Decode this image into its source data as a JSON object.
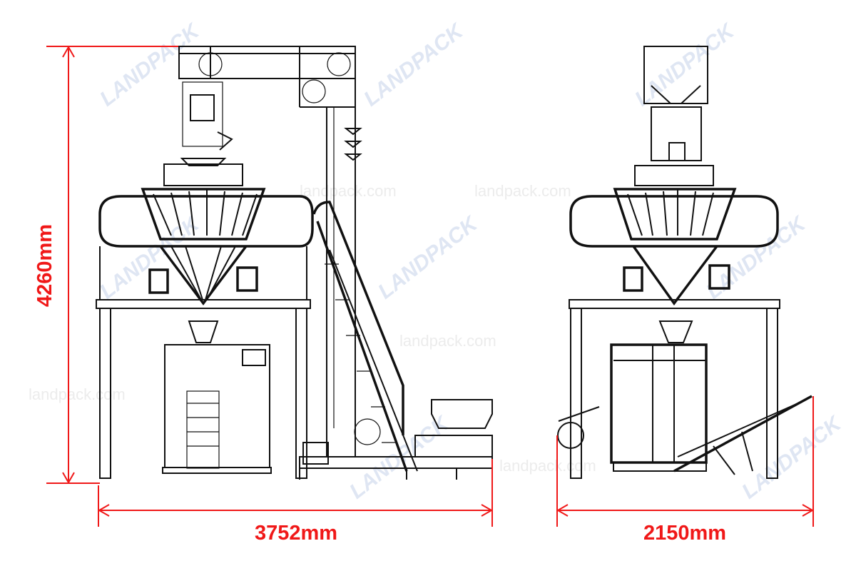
{
  "dimensions": {
    "height_label": "4260mm",
    "front_width_label": "3752mm",
    "side_width_label": "2150mm",
    "line_color": "#f01818"
  },
  "watermark": {
    "logo_text": "LANDPACK",
    "site_text": "landpack.com"
  },
  "views": [
    "front-view",
    "side-view"
  ]
}
